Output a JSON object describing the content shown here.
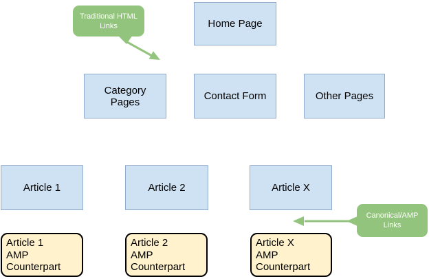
{
  "palette": {
    "canvas_bg": "#ffffff",
    "node_fill": "#cfe2f3",
    "node_border": "#8fabc9",
    "node_text": "#000000",
    "amp_fill": "#fff2cc",
    "amp_border": "#000000",
    "callout_fill": "#93c47d",
    "callout_text": "#ffffff",
    "arrow": "#93c47d"
  },
  "nodes": {
    "home": {
      "label": "Home Page"
    },
    "category": {
      "label": "Category\nPages"
    },
    "contact": {
      "label": "Contact Form"
    },
    "other": {
      "label": "Other Pages"
    },
    "article1": {
      "label": "Article 1"
    },
    "article2": {
      "label": "Article 2"
    },
    "articleX": {
      "label": "Article X"
    },
    "amp1": {
      "label": "Article 1\nAMP\nCounterpart"
    },
    "amp2": {
      "label": "Article 2\nAMP\nCounterpart"
    },
    "ampX": {
      "label": "Article X\nAMP\nCounterpart"
    }
  },
  "callouts": {
    "traditional": {
      "label": "Traditional HTML\nLinks"
    },
    "canonical": {
      "label": "Canonical/AMP\nLinks"
    }
  }
}
